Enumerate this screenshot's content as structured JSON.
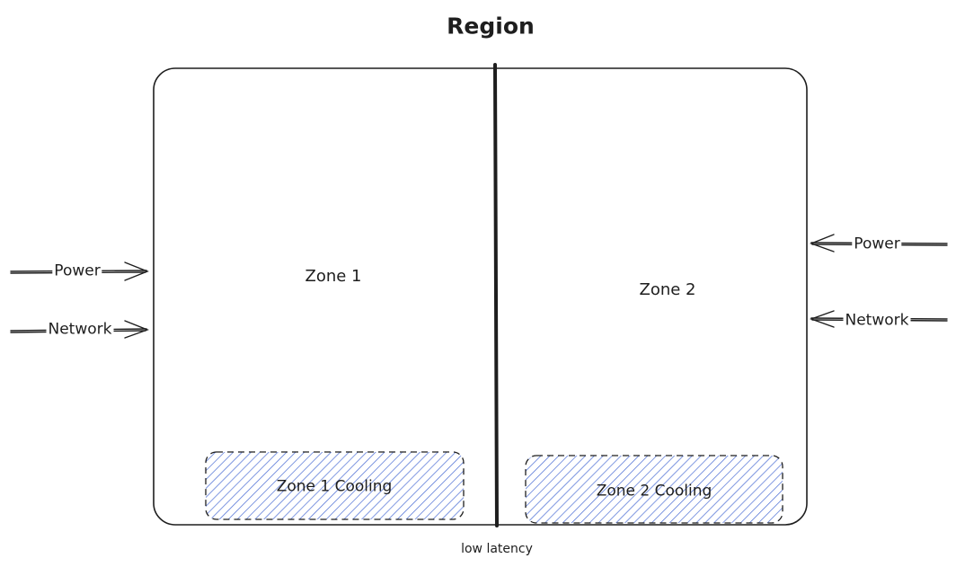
{
  "diagram": {
    "title": "Region",
    "zones": [
      {
        "name": "Zone 1",
        "cooling": "Zone 1 Cooling",
        "inputs": [
          "Power",
          "Network"
        ]
      },
      {
        "name": "Zone 2",
        "cooling": "Zone 2 Cooling",
        "inputs": [
          "Power",
          "Network"
        ]
      }
    ],
    "divider_label": "low latency",
    "colors": {
      "stroke": "#1e1e1e",
      "cooling_fill": "#4a6cd4",
      "background": "#ffffff"
    },
    "icons": [
      "arrow-right-icon",
      "arrow-left-icon"
    ]
  }
}
